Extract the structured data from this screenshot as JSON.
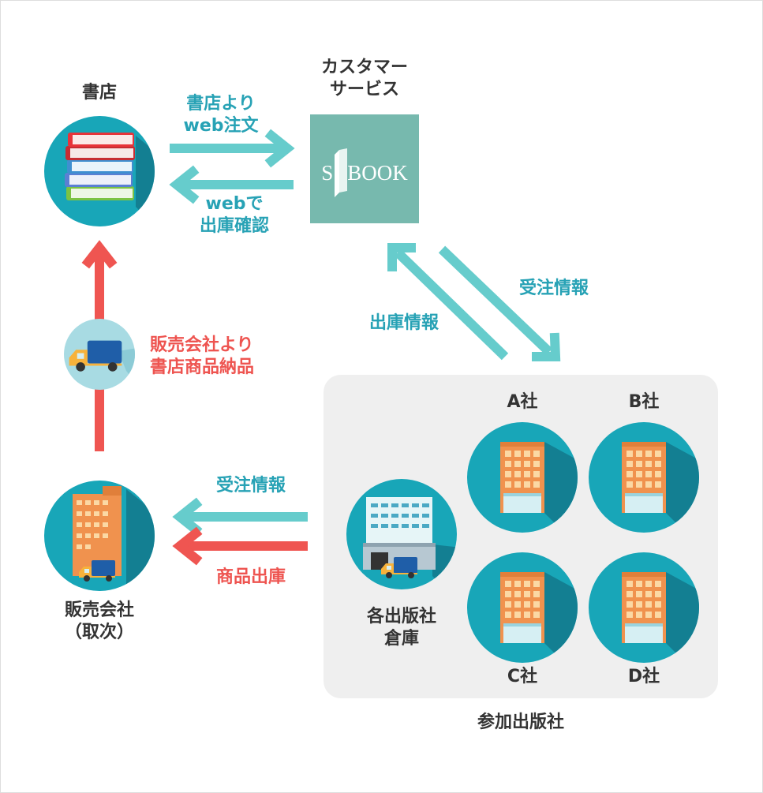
{
  "colors": {
    "teal_arrow": "#66cccc",
    "red_arrow": "#ef5551",
    "teal_text": "#27a2b5",
    "red_text": "#ee5450",
    "circle": "#18a6b8",
    "circle_shadow": "#137f92",
    "sbook_box": "#77b9ae",
    "publisher_panel": "#efefef"
  },
  "nodes": {
    "bookstore": {
      "label": "書店",
      "icon": "stacked-books-icon"
    },
    "customer_service": {
      "label_line1": "カスタマー",
      "label_line2": "サービス",
      "logo": "S-BOOK"
    },
    "distributor": {
      "label_line1": "販売会社",
      "label_line2": "（取次）",
      "icon": "office-building-with-truck-icon"
    },
    "warehouse": {
      "label_line1": "各出版社",
      "label_line2": "倉庫",
      "icon": "warehouse-with-truck-icon"
    },
    "publishers": {
      "group_label": "参加出版社",
      "companies": [
        {
          "label": "A社",
          "icon": "office-building-icon"
        },
        {
          "label": "B社",
          "icon": "office-building-icon"
        },
        {
          "label": "C社",
          "icon": "office-building-icon"
        },
        {
          "label": "D社",
          "icon": "office-building-icon"
        }
      ]
    }
  },
  "edges": {
    "web_order": {
      "line1": "書店より",
      "line2": "web注文"
    },
    "web_confirm": {
      "line1": "webで",
      "line2": "出庫確認"
    },
    "order_info_to_publishers": "受注情報",
    "shipping_info": "出庫情報",
    "delivery": {
      "line1": "販売会社より",
      "line2": "書店商品納品",
      "icon": "truck-icon"
    },
    "order_info_to_distributor": "受注情報",
    "product_shipping": "商品出庫"
  }
}
